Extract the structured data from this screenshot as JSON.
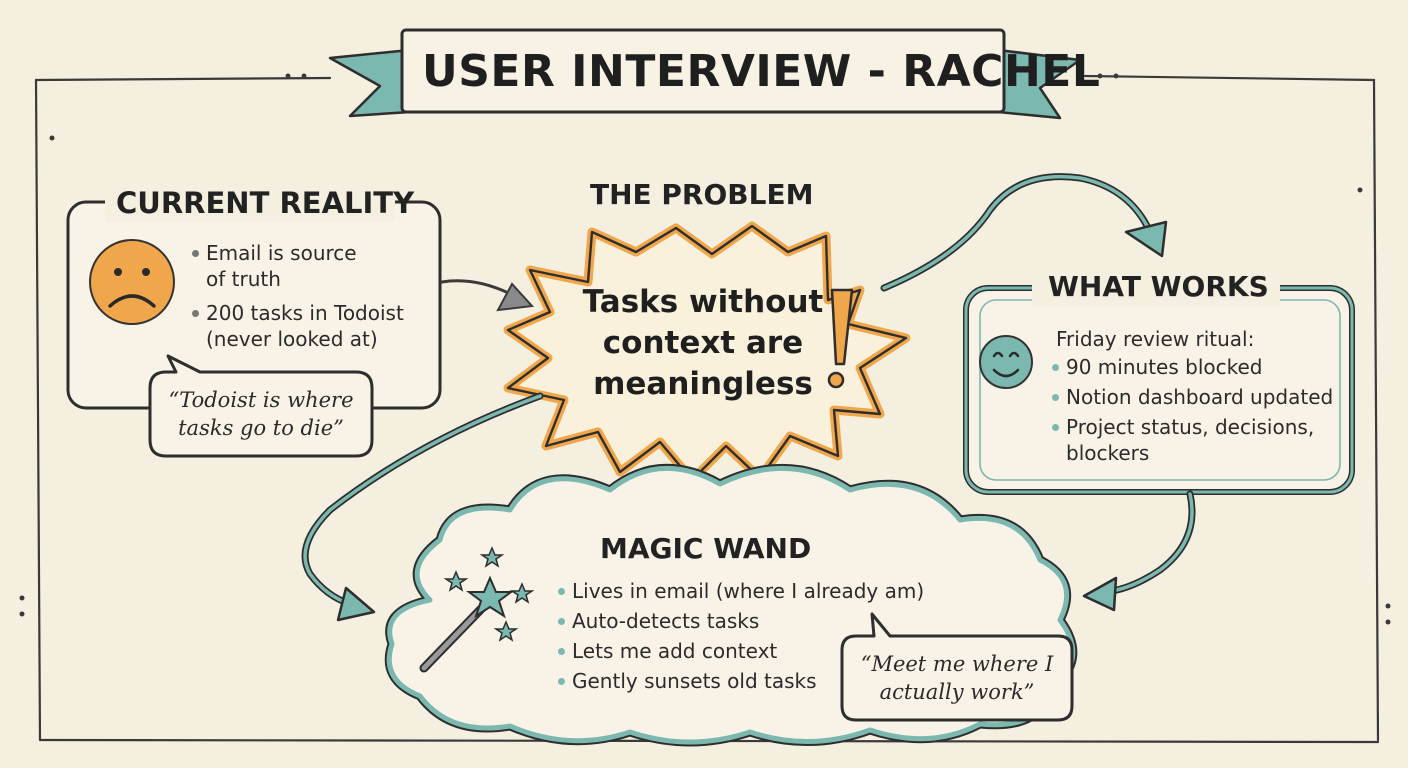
{
  "title": "USER INTERVIEW - RACHEL",
  "current_reality": {
    "heading": "CURRENT REALITY",
    "bullets": [
      "Email is source\nof truth",
      "200 tasks in Todoist\n(never looked at)"
    ],
    "quote": "“Todoist is where\ntasks go to die”",
    "face": "sad-face-icon"
  },
  "problem": {
    "heading": "THE PROBLEM",
    "statement": "Tasks without context are meaningless"
  },
  "what_works": {
    "heading": "WHAT WORKS",
    "intro": "Friday review ritual:",
    "bullets": [
      "90 minutes blocked",
      "Notion dashboard updated",
      "Project status, decisions,\nblockers"
    ],
    "face": "smiley-face-icon"
  },
  "magic_wand": {
    "heading": "MAGIC WAND",
    "bullets": [
      "Lives in email (where I already am)",
      "Auto-detects tasks",
      "Lets me add context",
      "Gently sunsets old tasks"
    ],
    "quote": "“Meet me where I\nactually work”",
    "icon": "magic-wand-icon"
  },
  "colors": {
    "background": "#f5efe0",
    "teal": "#7ab8b0",
    "orange": "#f0a64a",
    "ink": "#2a2a2a"
  }
}
